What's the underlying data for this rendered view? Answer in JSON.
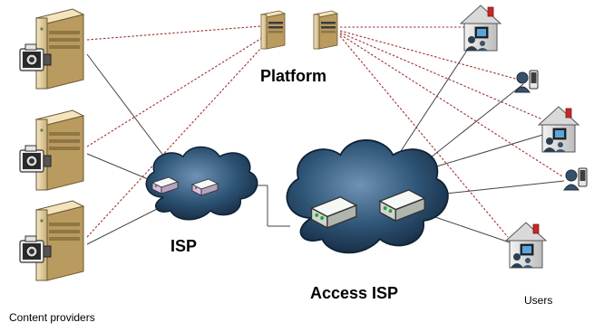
{
  "labels": {
    "platform": "Platform",
    "isp": "ISP",
    "access_isp": "Access ISP",
    "users": "Users",
    "content_providers": "Content providers"
  },
  "colors": {
    "solid_link": "#444444",
    "dashed_link": "#a03030",
    "cloud_dark": "#1b3550",
    "cloud_light": "#5f84a6",
    "server_body": "#e6d3a8",
    "router_body": "#e8ece8"
  },
  "icons": [
    "server-icon",
    "camera-icon",
    "router-icon",
    "cloud-icon",
    "house-icon",
    "user-icon",
    "phone-icon"
  ]
}
